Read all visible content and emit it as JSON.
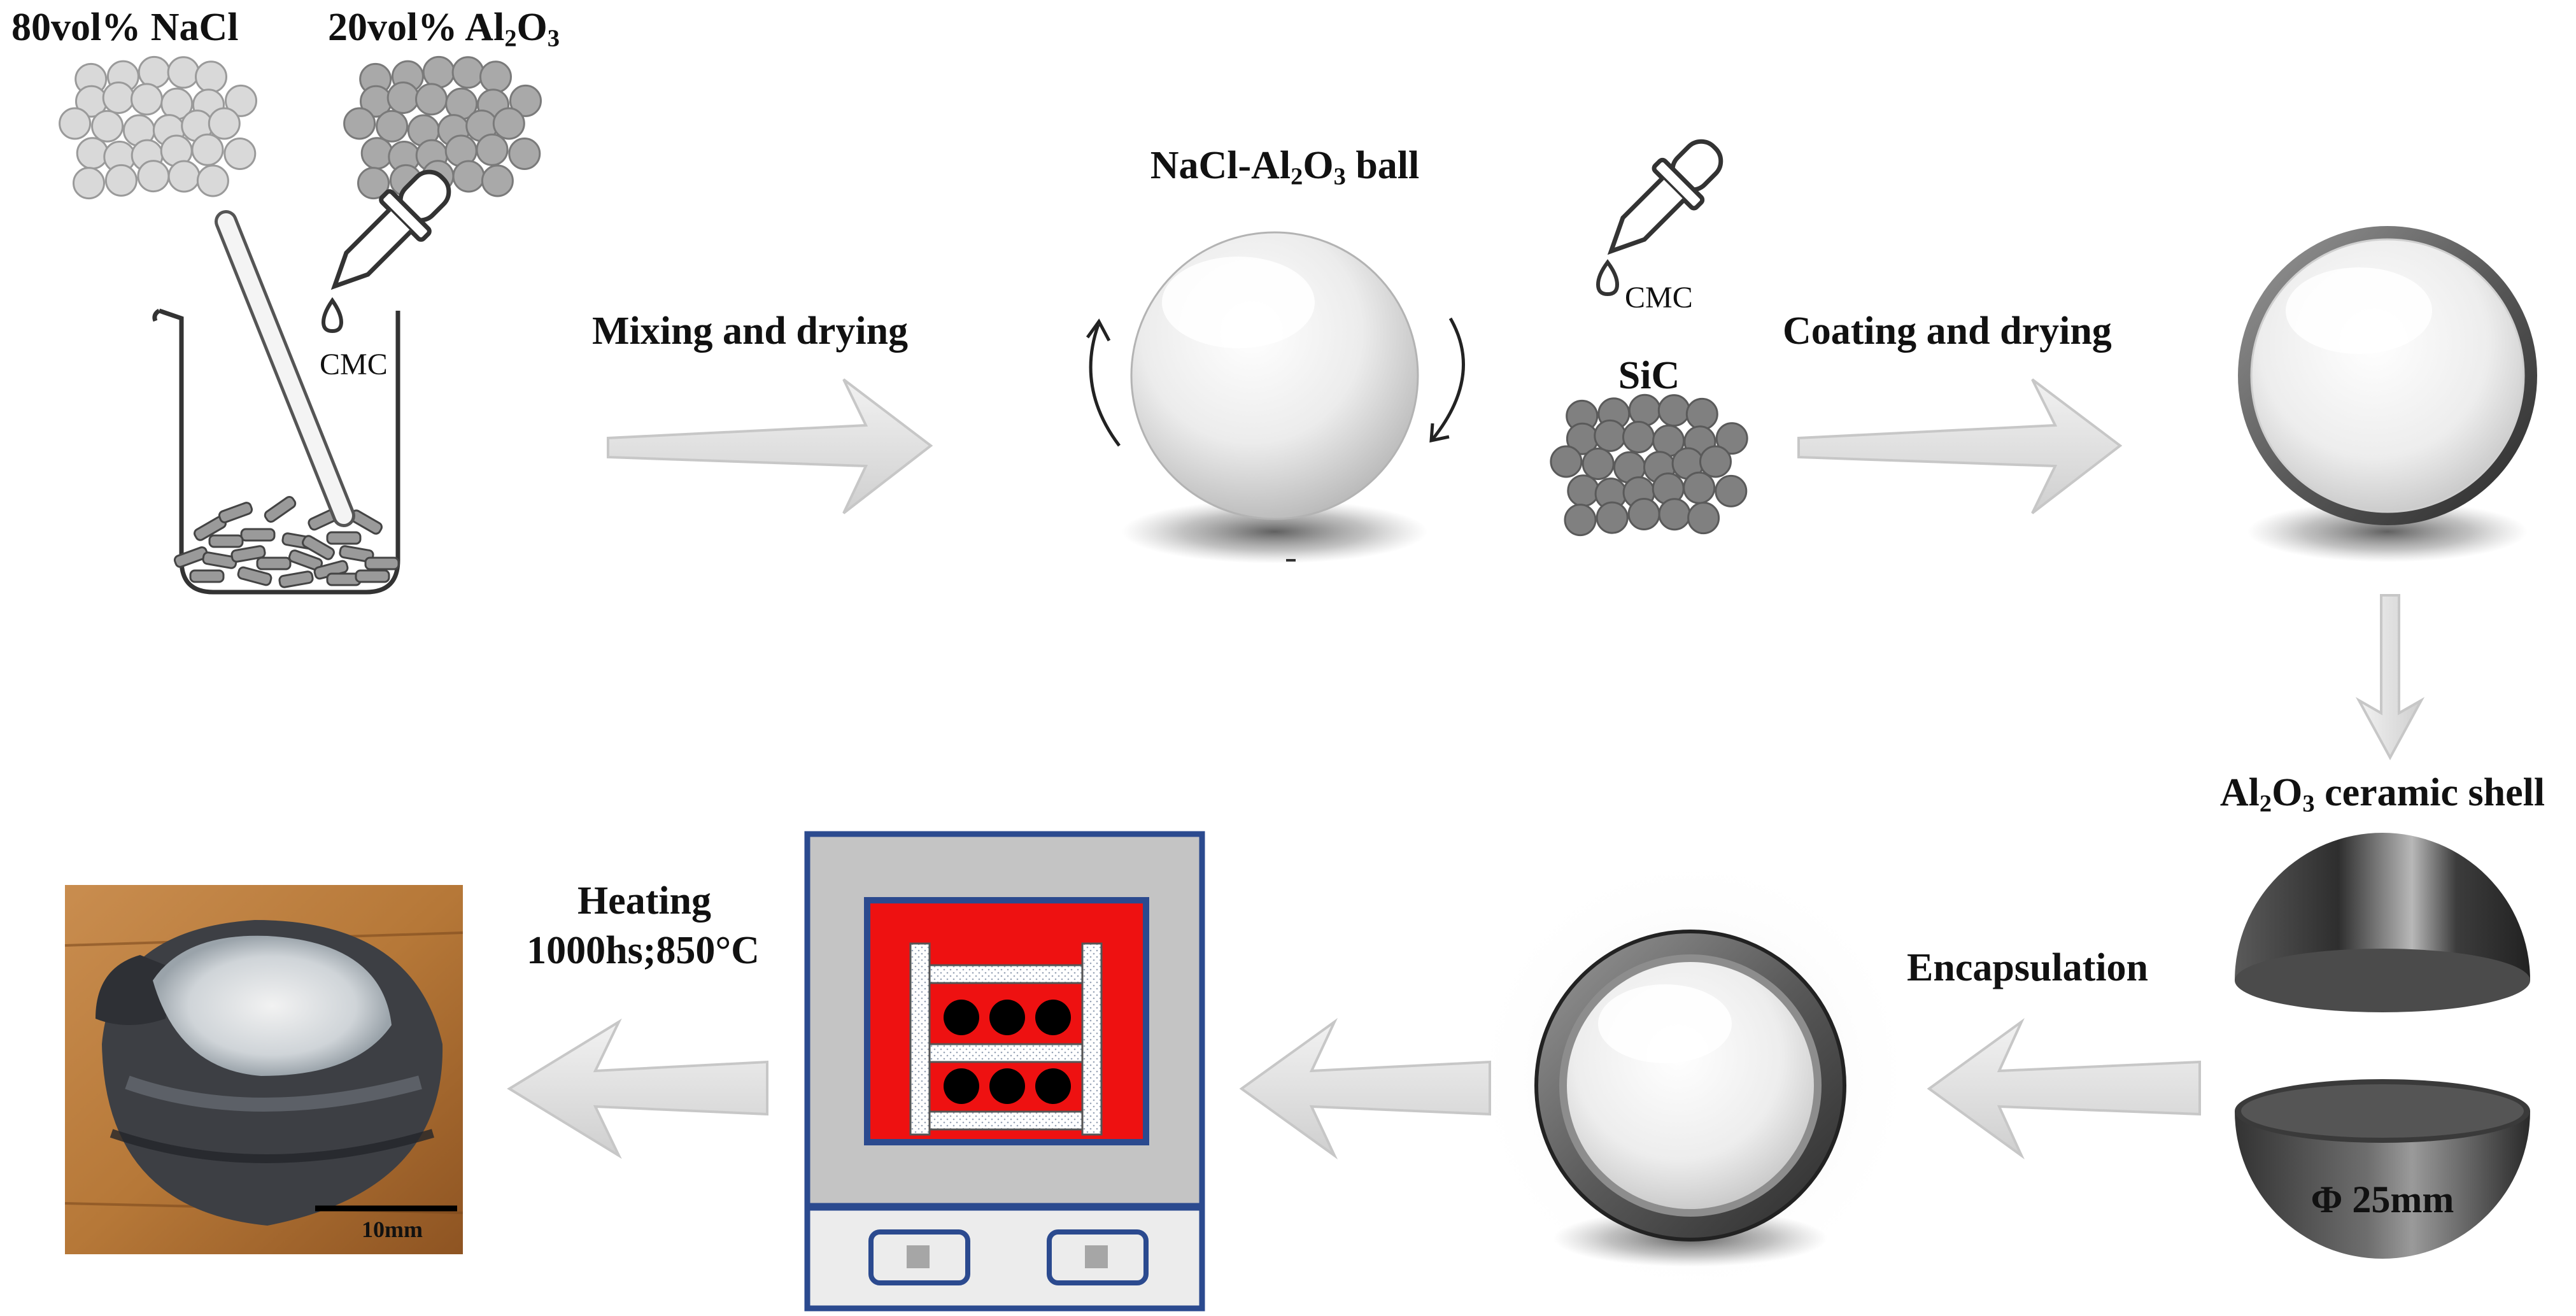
{
  "labels": {
    "nacl_fraction": "80vol% NaCl",
    "al2o3_fraction_pre": "20vol% Al",
    "al2o3_fraction_s1": "2",
    "al2o3_fraction_mid": "O",
    "al2o3_fraction_s2": "3",
    "cmc_beaker": "CMC",
    "mixing": "Mixing and drying",
    "ball_pre": "NaCl-Al",
    "ball_s1": "2",
    "ball_mid": "O",
    "ball_s2": "3",
    "ball_post": " ball",
    "cmc_coat": "CMC",
    "sic": "SiC",
    "coating": "Coating and drying",
    "shell_pre": "Al",
    "shell_s1": "2",
    "shell_mid": "O",
    "shell_s2": "3",
    "shell_post": " ceramic shell",
    "encapsulation": "Encapsulation",
    "diameter": "Φ 25mm",
    "heating": "Heating",
    "heating_cond": "1000hs;850°C",
    "scale_bar": "10mm"
  },
  "colors": {
    "accent_red": "#ee1111",
    "furnace_border": "#2b4a8f",
    "furnace_body": "#c4c4c4",
    "sphere_dark": "#3a3a3a",
    "particle_light": "#d9d9d9",
    "particle_mid": "#a9a9a9",
    "particle_dark": "#808080"
  }
}
